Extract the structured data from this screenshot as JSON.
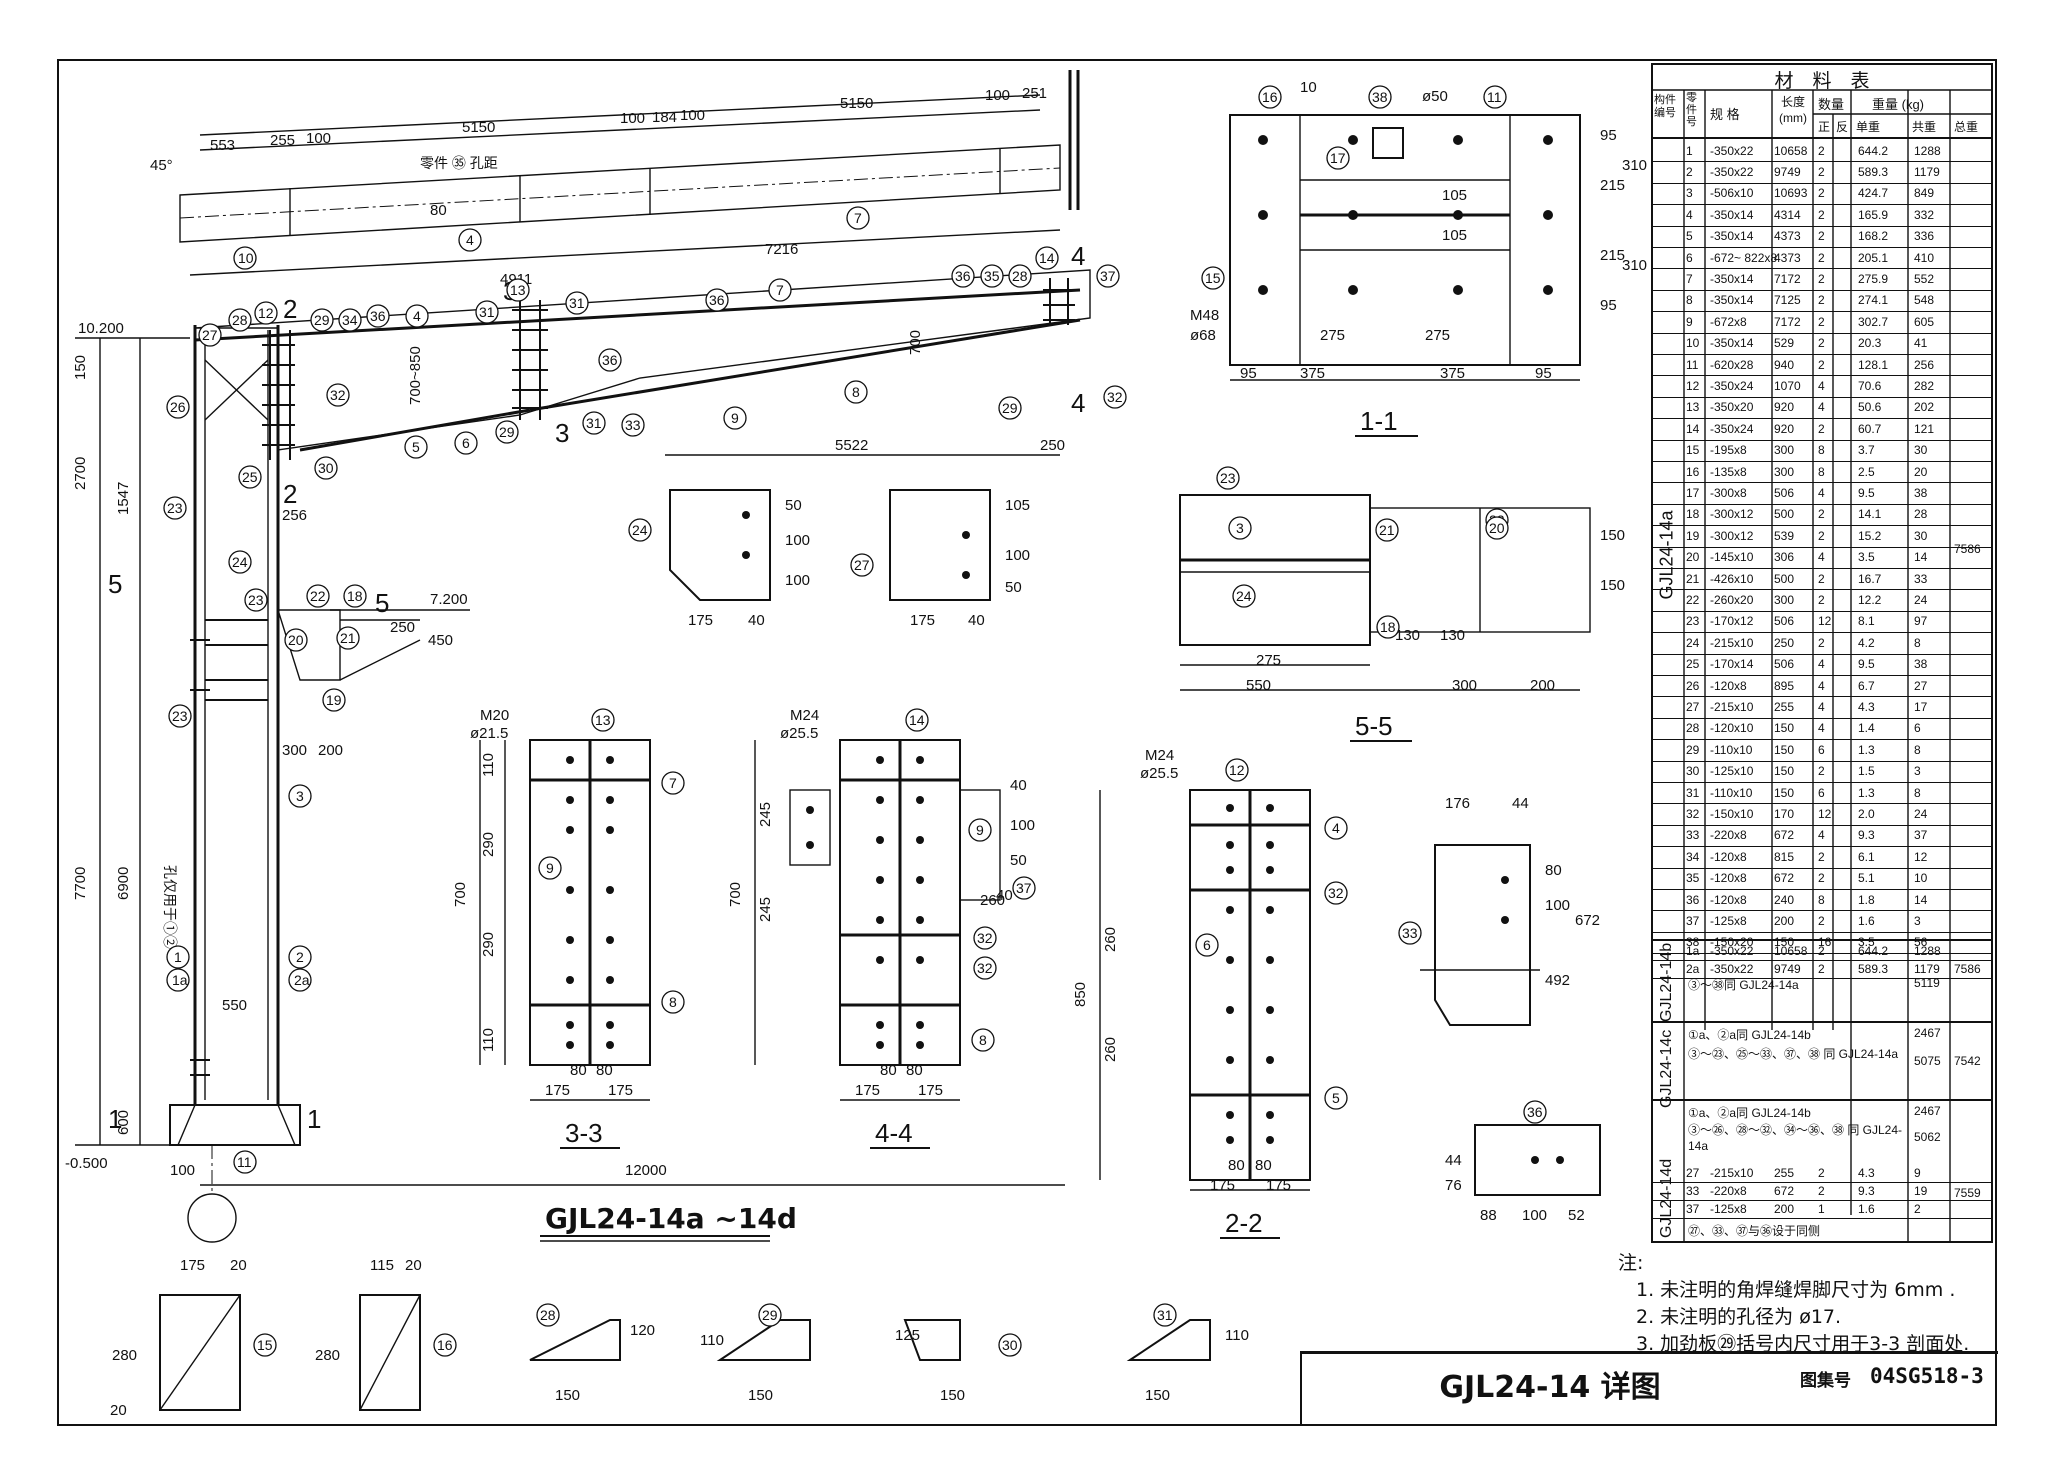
{
  "drawing": {
    "title_main": "GJL24-14a ~14d",
    "sections": {
      "s11": "1-1",
      "s22": "2-2",
      "s33": "3-3",
      "s44": "4-4",
      "s55": "5-5"
    },
    "elevations": [
      "10.200",
      "7.200",
      "-0.500"
    ],
    "span": "12000",
    "bolt_specs": {
      "s11": [
        "M48",
        "ø68"
      ],
      "s33": [
        "M20",
        "ø21.5"
      ],
      "s44": [
        "M24",
        "ø25.5"
      ],
      "s22": [
        "M24",
        "ø25.5"
      ]
    },
    "hole_note": "孔仅用于①②",
    "part36_note": "零件 ㉟ 孔距"
  },
  "material_table": {
    "title": "材　料　表",
    "headers": {
      "member_no": "构件编号",
      "part_no": "零件号",
      "spec": "规 格",
      "length": "长度 (mm)",
      "qty": "数量",
      "qty_pos": "正",
      "qty_neg": "反",
      "weight": "重量 (kg)",
      "unit_w": "单重",
      "total_w": "共重",
      "sum_w": "总重"
    },
    "group_a": {
      "label": "GJL24-14a",
      "total": "7586",
      "rows": [
        [
          "1",
          "-350x22",
          "10658",
          "2",
          "",
          "644.2",
          "1288"
        ],
        [
          "2",
          "-350x22",
          "9749",
          "2",
          "",
          "589.3",
          "1179"
        ],
        [
          "3",
          "-506x10",
          "10693",
          "2",
          "",
          "424.7",
          "849"
        ],
        [
          "4",
          "-350x14",
          "4314",
          "2",
          "",
          "165.9",
          "332"
        ],
        [
          "5",
          "-350x14",
          "4373",
          "2",
          "",
          "168.2",
          "336"
        ],
        [
          "6",
          "-672~ 822x8",
          "4373",
          "2",
          "",
          "205.1",
          "410"
        ],
        [
          "7",
          "-350x14",
          "7172",
          "2",
          "",
          "275.9",
          "552"
        ],
        [
          "8",
          "-350x14",
          "7125",
          "2",
          "",
          "274.1",
          "548"
        ],
        [
          "9",
          "-672x8",
          "7172",
          "2",
          "",
          "302.7",
          "605"
        ],
        [
          "10",
          "-350x14",
          "529",
          "2",
          "",
          "20.3",
          "41"
        ],
        [
          "11",
          "-620x28",
          "940",
          "2",
          "",
          "128.1",
          "256"
        ],
        [
          "12",
          "-350x24",
          "1070",
          "4",
          "",
          "70.6",
          "282"
        ],
        [
          "13",
          "-350x20",
          "920",
          "4",
          "",
          "50.6",
          "202"
        ],
        [
          "14",
          "-350x24",
          "920",
          "2",
          "",
          "60.7",
          "121"
        ],
        [
          "15",
          "-195x8",
          "300",
          "8",
          "",
          "3.7",
          "30"
        ],
        [
          "16",
          "-135x8",
          "300",
          "8",
          "",
          "2.5",
          "20"
        ],
        [
          "17",
          "-300x8",
          "506",
          "4",
          "",
          "9.5",
          "38"
        ],
        [
          "18",
          "-300x12",
          "500",
          "2",
          "",
          "14.1",
          "28"
        ],
        [
          "19",
          "-300x12",
          "539",
          "2",
          "",
          "15.2",
          "30"
        ],
        [
          "20",
          "-145x10",
          "306",
          "4",
          "",
          "3.5",
          "14"
        ],
        [
          "21",
          "-426x10",
          "500",
          "2",
          "",
          "16.7",
          "33"
        ],
        [
          "22",
          "-260x20",
          "300",
          "2",
          "",
          "12.2",
          "24"
        ],
        [
          "23",
          "-170x12",
          "506",
          "12",
          "",
          "8.1",
          "97"
        ],
        [
          "24",
          "-215x10",
          "250",
          "2",
          "",
          "4.2",
          "8"
        ],
        [
          "25",
          "-170x14",
          "506",
          "4",
          "",
          "9.5",
          "38"
        ],
        [
          "26",
          "-120x8",
          "895",
          "4",
          "",
          "6.7",
          "27"
        ],
        [
          "27",
          "-215x10",
          "255",
          "4",
          "",
          "4.3",
          "17"
        ],
        [
          "28",
          "-120x10",
          "150",
          "4",
          "",
          "1.4",
          "6"
        ],
        [
          "29",
          "-110x10",
          "150",
          "6",
          "",
          "1.3",
          "8"
        ],
        [
          "30",
          "-125x10",
          "150",
          "2",
          "",
          "1.5",
          "3"
        ],
        [
          "31",
          "-110x10",
          "150",
          "6",
          "",
          "1.3",
          "8"
        ],
        [
          "32",
          "-150x10",
          "170",
          "12",
          "",
          "2.0",
          "24"
        ],
        [
          "33",
          "-220x8",
          "672",
          "4",
          "",
          "9.3",
          "37"
        ],
        [
          "34",
          "-120x8",
          "815",
          "2",
          "",
          "6.1",
          "12"
        ],
        [
          "35",
          "-120x8",
          "672",
          "2",
          "",
          "5.1",
          "10"
        ],
        [
          "36",
          "-120x8",
          "240",
          "8",
          "",
          "1.8",
          "14"
        ],
        [
          "37",
          "-125x8",
          "200",
          "2",
          "",
          "1.6",
          "3"
        ],
        [
          "38",
          "-150x20",
          "150",
          "16",
          "",
          "3.5",
          "56"
        ]
      ]
    },
    "group_b": {
      "label": "GJL24-14b",
      "total": "7586",
      "rows": [
        [
          "1a",
          "-350x22",
          "10658",
          "2",
          "",
          "644.2",
          "1288"
        ],
        [
          "2a",
          "-350x22",
          "9749",
          "2",
          "",
          "589.3",
          "1179"
        ]
      ],
      "note": "③～㊳同 GJL24-14a",
      "note_w": "5119"
    },
    "group_c": {
      "label": "GJL24-14c",
      "total": "7542",
      "note1": "①a、②a同 GJL24-14b",
      "note1_w": "2467",
      "note2": "③～㉓、㉕～㉝、㊲、㊳ 同 GJL24-14a",
      "note2_w": "5075"
    },
    "group_d": {
      "label": "GJL24-14d",
      "total": "7559",
      "note1": "①a、②a同 GJL24-14b",
      "note1_w": "2467",
      "note2": "③～㉖、㉘～㉜、㉞～㊱、㊳ 同 GJL24-14a",
      "note2_w": "5062",
      "rows": [
        [
          "27",
          "-215x10",
          "255",
          "2",
          "",
          "4.3",
          "9"
        ],
        [
          "33",
          "-220x8",
          "672",
          "2",
          "",
          "9.3",
          "19"
        ],
        [
          "37",
          "-125x8",
          "200",
          "1",
          "",
          "1.6",
          "2"
        ]
      ],
      "note3": "㉗、㉝、㊲与㊱设于同侧"
    }
  },
  "notes": {
    "heading": "注:",
    "items": [
      "1. 未注明的角焊缝焊脚尺寸为 6mm .",
      "2. 未注明的孔径为 ø17.",
      "3. 加劲板㉙括号内尺寸用于3-3 剖面处."
    ]
  },
  "title_block": {
    "title": "GJL24-14 详图",
    "atlas_label": "图集号",
    "atlas_no": "04SG518-3"
  }
}
